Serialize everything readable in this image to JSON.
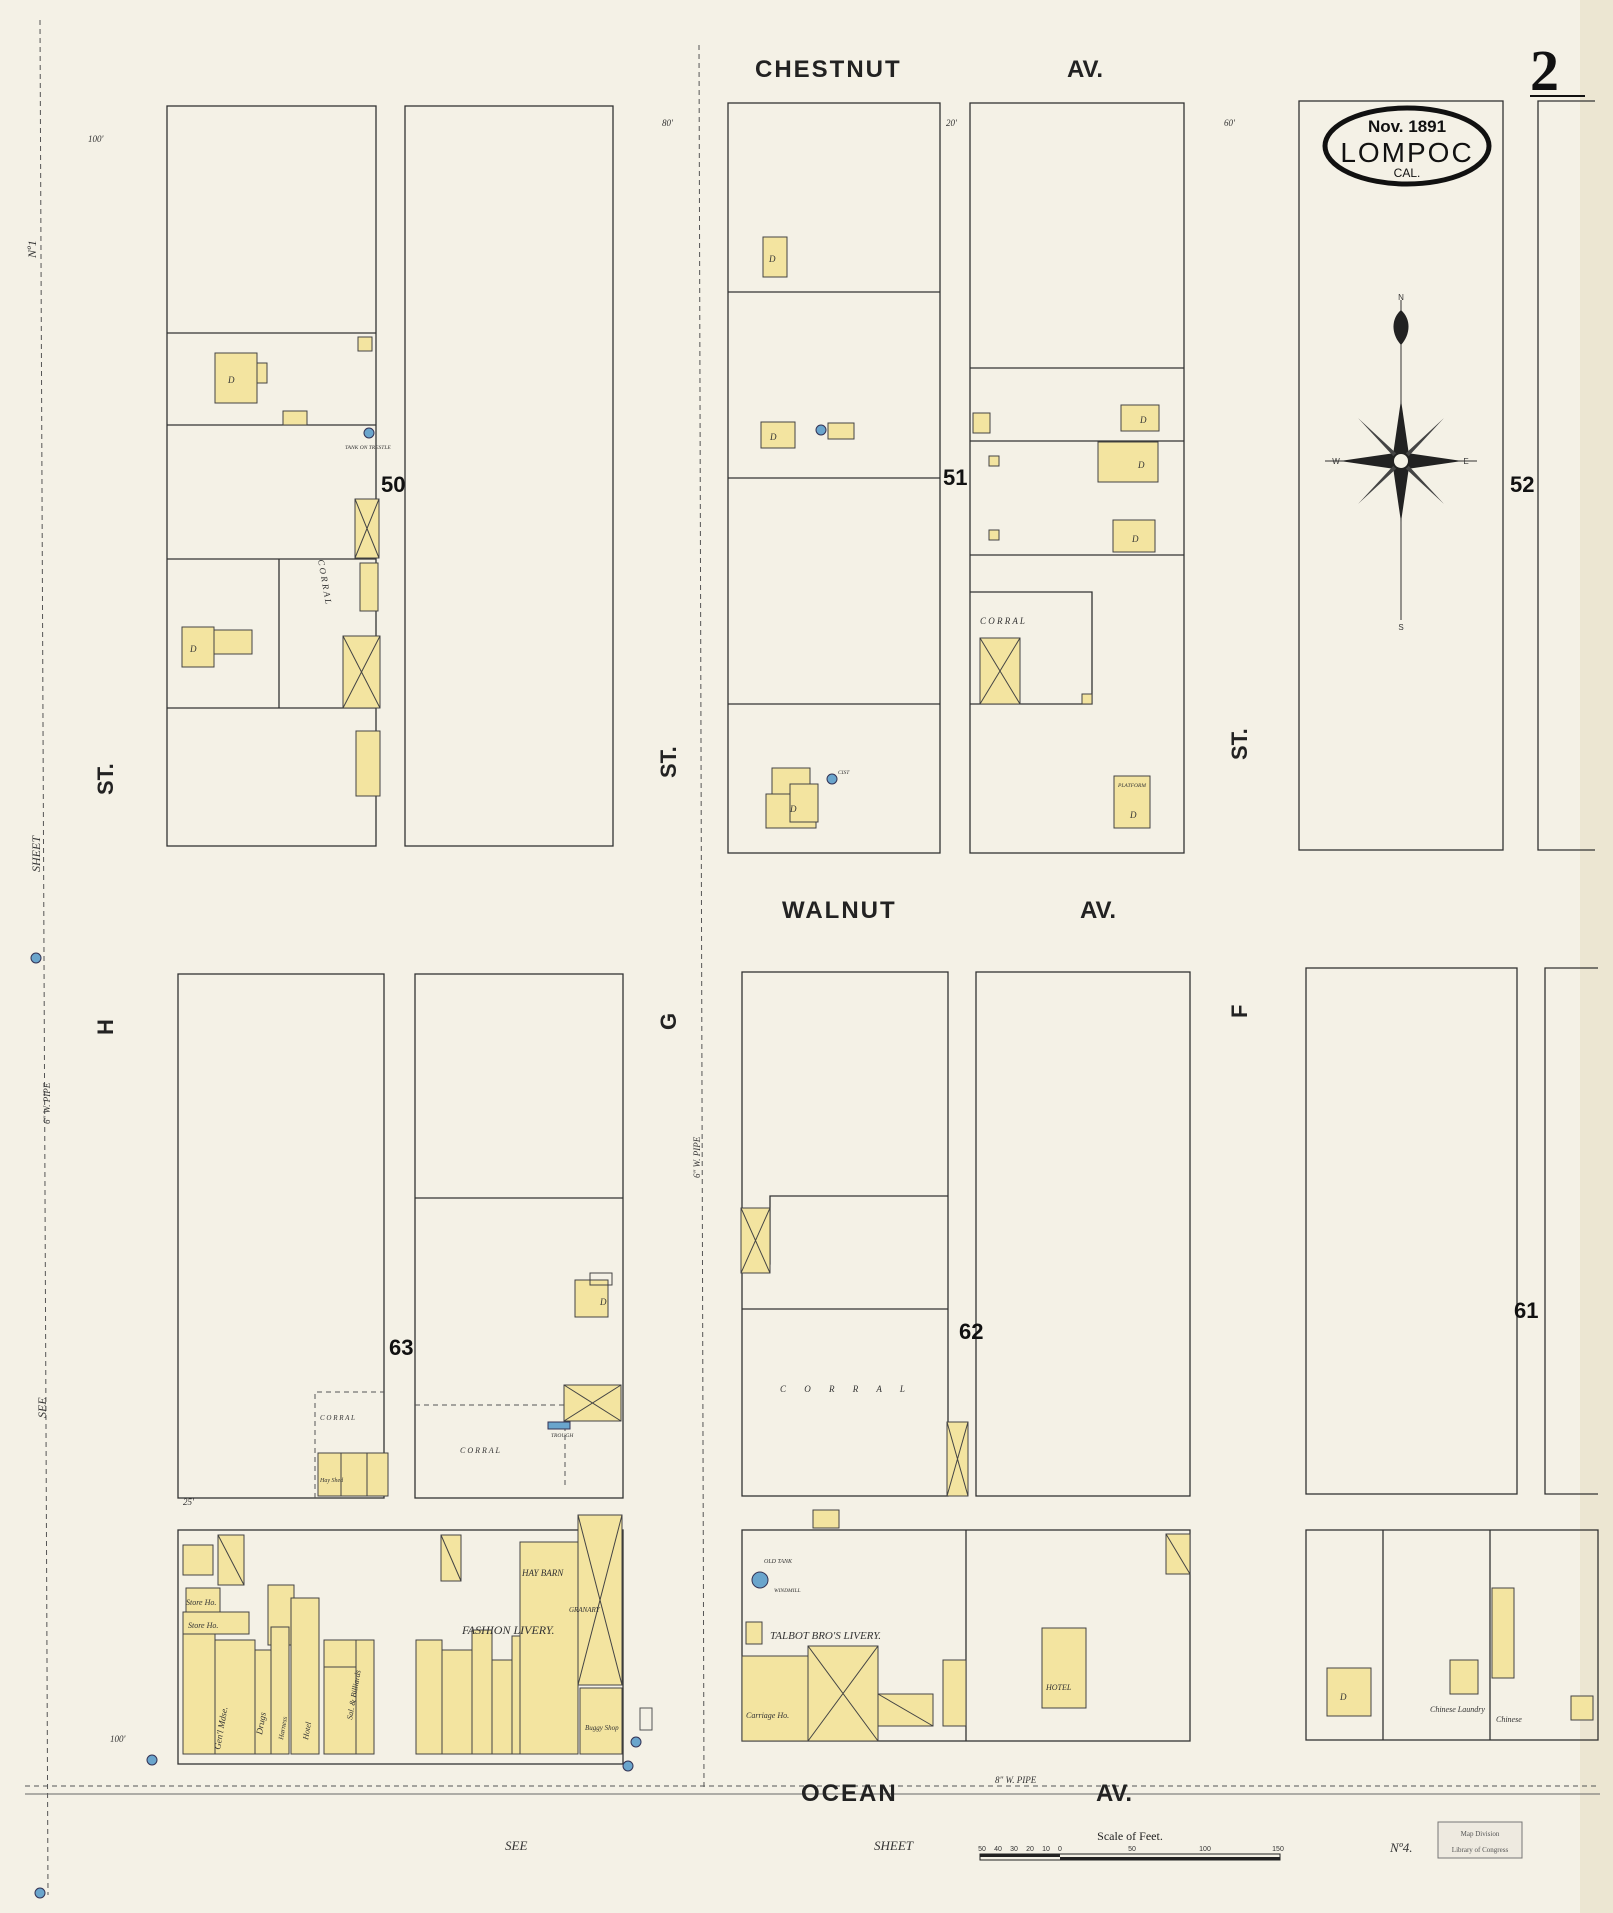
{
  "sheet_number": "2",
  "cartouche": {
    "date": "Nov. 1891",
    "town": "LOMPOC",
    "state": "CAL."
  },
  "compass": {
    "n": "N",
    "s": "S",
    "e": "E",
    "w": "W"
  },
  "streets": {
    "chestnut": "CHESTNUT",
    "chestnut_av": "AV.",
    "walnut": "WALNUT",
    "walnut_av": "AV.",
    "ocean": "OCEAN",
    "ocean_av": "AV.",
    "h": "H",
    "h_st": "ST.",
    "g": "G",
    "g_st": "ST.",
    "f": "F",
    "f_st": "ST."
  },
  "block_numbers": {
    "b50": "50",
    "b51": "51",
    "b52": "52",
    "b61": "61",
    "b62": "62",
    "b63": "63"
  },
  "labels": {
    "fashion_livery": "FASHION LIVERY.",
    "talbot_livery": "TALBOT BRO'S LIVERY.",
    "hay_barn": "HAY BARN",
    "granary": "GRANARY",
    "buggy_shop": "Buggy Shop",
    "carriage_ho": "Carriage Ho.",
    "hotel": "HOTEL",
    "chinese_laundry": "Chinese Laundry",
    "chinese": "Chinese",
    "store_ho": "Store Ho.",
    "gen_mdse": "Gen'l Mdse.",
    "drugs": "Drugs",
    "harness": "Harness",
    "hotel_left": "Hotel",
    "sal_billiards": "Sal. & Billiards",
    "corral": "C O R R A L",
    "tank_trestle": "TANK ON TRESTLE",
    "old_tank": "OLD TANK",
    "windmill": "WINDMILL",
    "trough": "TROUGH",
    "d": "D",
    "hay_shed": "Hay Shed",
    "cistern": "CIST",
    "platform": "PLATFORM"
  },
  "margin": {
    "see_left": "SEE",
    "sheet_left": "SHEET",
    "no_left": "Nº1",
    "see_bottom": "SEE",
    "sheet_bottom": "SHEET",
    "no_bottom": "Nº4.",
    "pipe_left": "6\" W. PIPE",
    "pipe_g": "6\" W. PIPE",
    "pipe_bottom": "8\" W. PIPE"
  },
  "scale": {
    "title": "Scale of Feet.",
    "ticks": [
      "50",
      "40",
      "30",
      "20",
      "10",
      "0",
      "50",
      "100",
      "150"
    ]
  },
  "stamp": {
    "line1": "Map Division",
    "line2": "Library of Congress"
  },
  "dims": [
    "100'",
    "80'",
    "20'",
    "60'",
    "25'"
  ],
  "colors": {
    "paper": "#f4f1e6",
    "building": "#f3e4a0",
    "water": "#6aa5cc"
  }
}
